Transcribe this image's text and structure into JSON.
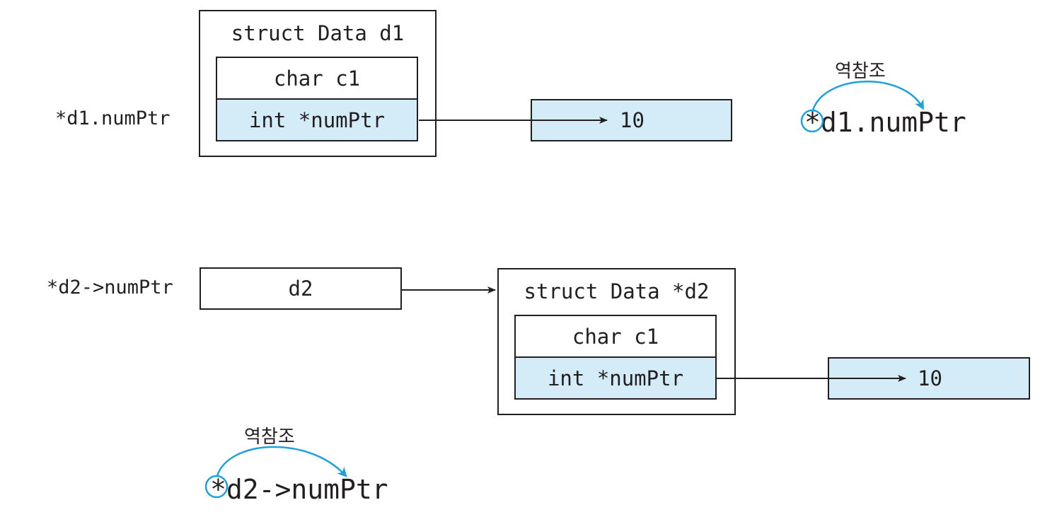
{
  "top": {
    "outer_label": "*d1.numPtr",
    "struct_title": "struct Data d1",
    "field1": "char c1",
    "field2": "int *numPtr",
    "value": "10",
    "deref_note": "역참조",
    "deref_expr": "*d1.numPtr"
  },
  "bottom": {
    "outer_label": "*d2->numPtr",
    "pointer_box": "d2",
    "struct_title": "struct Data *d2",
    "field1": "char c1",
    "field2": "int *numPtr",
    "value": "10",
    "deref_note": "역참조",
    "deref_expr": "*d2->numPtr"
  },
  "colors": {
    "line": "#231f20",
    "fill": "#d4ebf8",
    "accent": "#1ba1dc"
  }
}
